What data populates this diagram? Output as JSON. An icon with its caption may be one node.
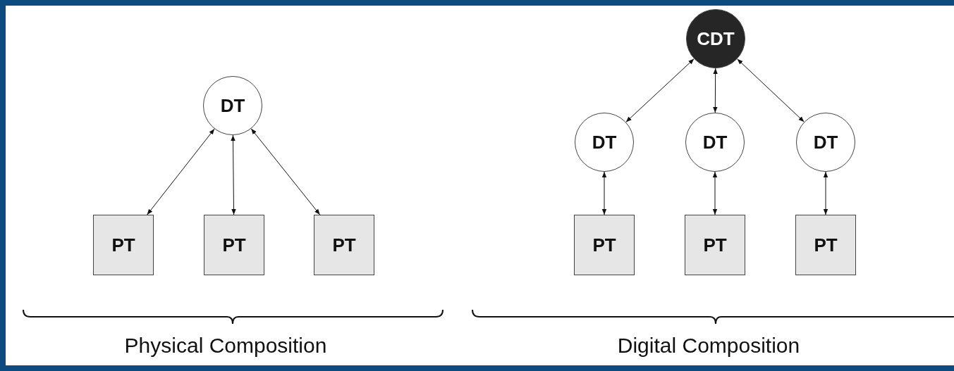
{
  "diagram": {
    "nodes": [
      {
        "text": [
          "DT"
        ]
      },
      {
        "text": [
          "PT"
        ]
      },
      {
        "text": [
          "PT"
        ]
      },
      {
        "text": [
          "PT"
        ]
      },
      {
        "text": [
          "CDT"
        ]
      },
      {
        "text": [
          "DT"
        ]
      },
      {
        "text": [
          "DT"
        ]
      },
      {
        "text": [
          "DT"
        ]
      },
      {
        "text": [
          "PT"
        ]
      },
      {
        "text": [
          "PT"
        ]
      },
      {
        "text": [
          "PT"
        ]
      }
    ],
    "edges": [
      {
        "from": 0,
        "to": 1,
        "arrow": "both"
      },
      {
        "from": 0,
        "to": 2,
        "arrow": "both"
      },
      {
        "from": 0,
        "to": 3,
        "arrow": "both"
      },
      {
        "from": 4,
        "to": 5,
        "arrow": "both"
      },
      {
        "from": 4,
        "to": 6,
        "arrow": "both"
      },
      {
        "from": 4,
        "to": 7,
        "arrow": "both"
      },
      {
        "from": 5,
        "to": 8,
        "arrow": "both"
      },
      {
        "from": 6,
        "to": 9,
        "arrow": "both"
      },
      {
        "from": 7,
        "to": 10,
        "arrow": "both"
      }
    ],
    "labels": [
      "Physical Composition",
      "Digital Composition"
    ]
  }
}
